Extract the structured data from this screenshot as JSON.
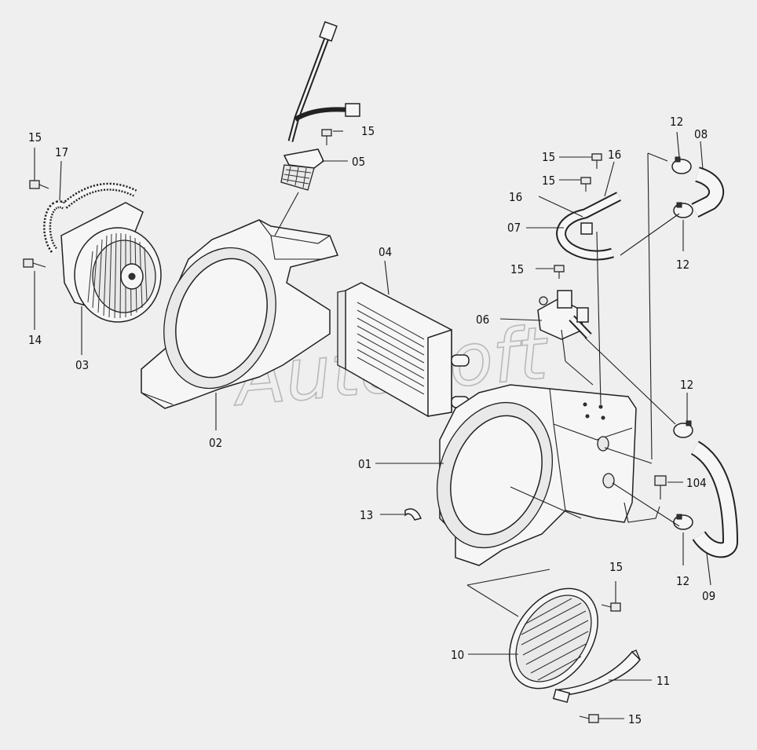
{
  "watermark": "AutoSoft",
  "labels": {
    "l01": "01",
    "l02": "02",
    "l03": "03",
    "l04": "04",
    "l05": "05",
    "l06": "06",
    "l07": "07",
    "l08": "08",
    "l09": "09",
    "l10": "10",
    "l11": "11",
    "l12a": "12",
    "l12b": "12",
    "l12c": "12",
    "l12d": "12",
    "l13": "13",
    "l14": "14",
    "l15a": "15",
    "l15b": "15",
    "l15c": "15",
    "l15d": "15",
    "l15e": "15",
    "l15f": "15",
    "l15g": "15",
    "l16a": "16",
    "l16b": "16",
    "l17": "17",
    "l104": "104"
  }
}
